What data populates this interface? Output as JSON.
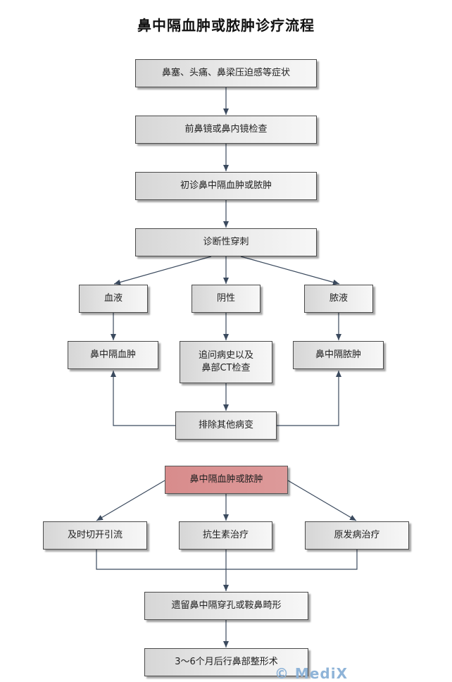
{
  "title": "鼻中隔血肿或脓肿诊疗流程",
  "nodes": {
    "symptoms": "鼻塞、头痛、鼻梁压迫感等症状",
    "endoscopy": "前鼻镜或鼻内镜检查",
    "initial_diagnosis": "初诊鼻中隔血肿或脓肿",
    "puncture": "诊断性穿刺",
    "blood": "血液",
    "negative": "阴性",
    "pus": "脓液",
    "hematoma": "鼻中隔血肿",
    "history_ct_line1": "追问病史以及",
    "history_ct_line2": "鼻部CT检查",
    "abscess": "鼻中隔脓肿",
    "exclude": "排除其他病变",
    "hematoma_or_abscess": "鼻中隔血肿或脓肿",
    "drainage": "及时切开引流",
    "antibiotics": "抗生素治疗",
    "primary_treatment": "原发病治疗",
    "sequelae": "遗留鼻中隔穿孔或鞍鼻畸形",
    "plastic_surgery": "3～6个月后行鼻部整形术"
  },
  "watermark": "© MediX",
  "colors": {
    "box_border": "#4a4a4a",
    "highlight": "#d88c8c",
    "connector": "#3b4a5e",
    "watermark": "#8fb4d8"
  }
}
